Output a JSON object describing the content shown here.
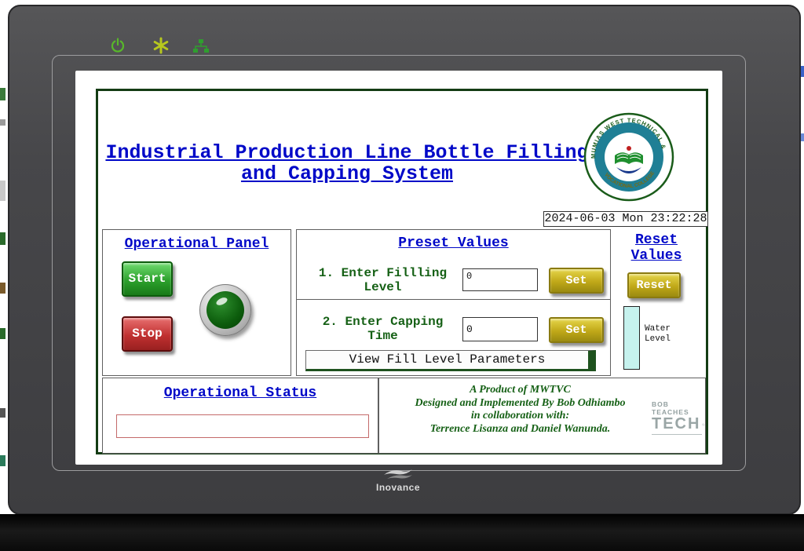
{
  "device": {
    "brand": "Inovance"
  },
  "screen": {
    "title_line1": "Industrial Production Line Bottle Filling",
    "title_line2": "and Capping System",
    "datetime": "2024-06-03 Mon 23:22:28",
    "logo": {
      "arc_top": "MUMIAS WEST TECHNICAL &",
      "arc_bottom": "VOCATIONAL COLLEGE"
    },
    "operational_panel": {
      "title": "Operational Panel",
      "start": "Start",
      "stop": "Stop"
    },
    "preset_panel": {
      "title": "Preset Values",
      "rows": [
        {
          "label1": "1. Enter Fillling",
          "label2": "Level",
          "value": "0",
          "set": "Set"
        },
        {
          "label1": "2. Enter Capping",
          "label2": "Time",
          "value": "0",
          "set": "Set"
        }
      ],
      "view_button": "View Fill Level Parameters"
    },
    "reset_panel": {
      "title1": "Reset",
      "title2": "Values",
      "button": "Reset",
      "gauge_label1": "Water",
      "gauge_label2": "Level"
    },
    "status_panel": {
      "title": "Operational Status",
      "value": ""
    },
    "credits": {
      "line1": "A Product of MWTVC",
      "line2": "Designed and Implemented By Bob Odhiambo",
      "line3": "in collaboration with:",
      "line4": "Terrence Lisanza and Daniel Wanunda.",
      "brand_top": "BOB TEACHES",
      "brand_main": "TECH"
    }
  },
  "colors": {
    "heading_blue": "#0008c8",
    "label_green": "#156015",
    "start_green": "#2ca02c",
    "stop_red": "#c03030",
    "set_yellow": "#c0a818",
    "gauge_cyan": "#c6f2ee",
    "bezel_gray": "#47474a"
  }
}
